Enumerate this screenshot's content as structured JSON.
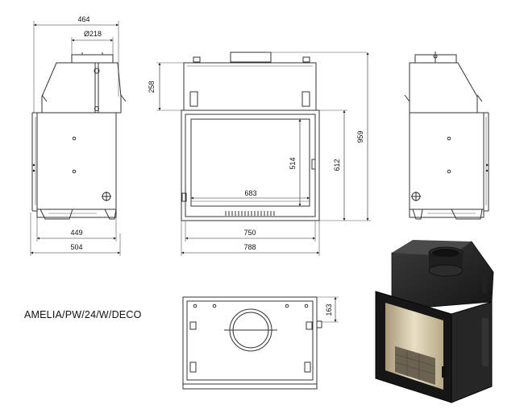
{
  "model_name": "AMELIA/PW/24/W/DECO",
  "dimensions": {
    "side_width": "464",
    "flue_diameter": "Ø218",
    "depth_inner": "449",
    "depth_outer": "504",
    "top_height": "258",
    "glass_height": "514",
    "opening_height": "612",
    "total_height": "959",
    "glass_width": "683",
    "inner_width": "750",
    "outer_width": "788",
    "top_depth": "163"
  }
}
